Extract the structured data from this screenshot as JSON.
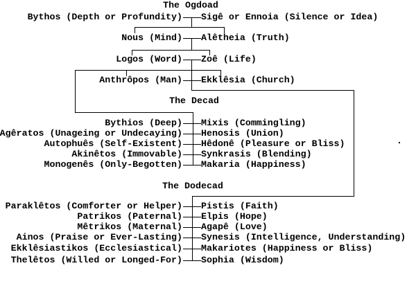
{
  "diagram": {
    "background_color": "#ffffff",
    "line_color": "#000000",
    "text_color": "#000000",
    "sections": [
      {
        "title": "The Ogdoad",
        "pairs": [
          {
            "left": "Bythos (Depth or Profundity)",
            "right": "Sigê or Ennoia (Silence or Idea)"
          },
          {
            "left": "Nous (Mind)",
            "right": "Alêtheia (Truth)"
          },
          {
            "left": "Logos (Word)",
            "right": "Zoê (Life)"
          },
          {
            "left": "Anthrôpos (Man)",
            "right": "Ekklêsia (Church)"
          }
        ]
      },
      {
        "title": "The Decad",
        "pairs": [
          {
            "left": "Bythios (Deep)",
            "right": "Mixis (Commingling)"
          },
          {
            "left": "Agêratos (Unageing or Undecaying)",
            "right": "Henosis (Union)"
          },
          {
            "left": "Autophuês (Self-Existent)",
            "right": "Hêdonê (Pleasure or Bliss)"
          },
          {
            "left": "Akinêtos (Immovable)",
            "right": "Synkrasis (Blending)"
          },
          {
            "left": "Monogenês (Only-Begotten)",
            "right": "Makaria (Happiness)"
          }
        ]
      },
      {
        "title": "The Dodecad",
        "pairs": [
          {
            "left": "Paraklêtos (Comforter or Helper)",
            "right": "Pistis (Faith)"
          },
          {
            "left": "Patrikos (Paternal)",
            "right": "Elpis (Hope)"
          },
          {
            "left": "Mêtrikos (Maternal)",
            "right": "Agapê (Love)"
          },
          {
            "left": "Ainos (Praise or Ever-Lasting)",
            "right": "Synesis (Intelligence, Understanding)"
          },
          {
            "left": "Ekklêsiastikos (Ecclesiastical)",
            "right": "Makariotes (Happiness or Bliss)"
          },
          {
            "left": "Thelêtos (Willed or Longed-For)",
            "right": "Sophia (Wisdom)"
          }
        ]
      }
    ]
  }
}
